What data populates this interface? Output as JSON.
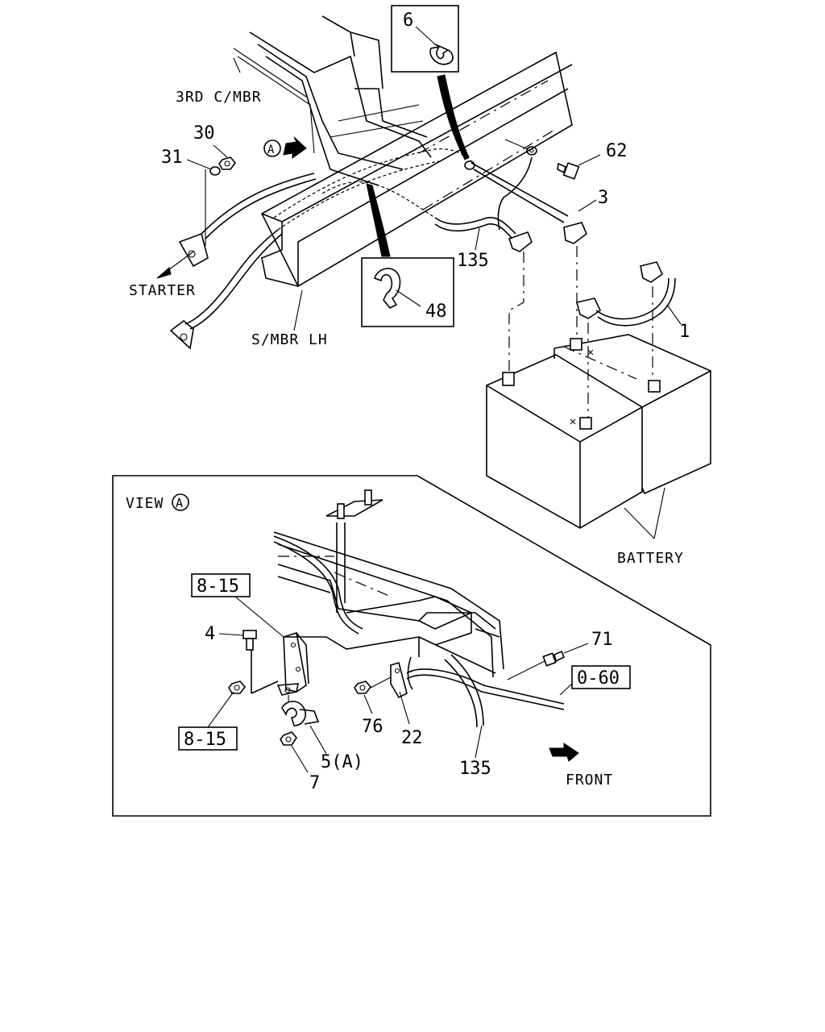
{
  "diagram": {
    "part_labels": {
      "p6": "6",
      "p30": "30",
      "p31": "31",
      "p62": "62",
      "p3": "3",
      "p135_top": "135",
      "p48": "48",
      "p1": "1",
      "p4": "4",
      "p71": "71",
      "p76": "76",
      "p22": "22",
      "p5a": "5(A)",
      "p7": "7",
      "p135_bottom": "135"
    },
    "callout_refs": {
      "ref_8_15_top": "8-15",
      "ref_8_15_bottom": "8-15",
      "ref_0_60": "0-60"
    },
    "annotations": {
      "third_cross_member": "3RD C/MBR",
      "starter": "STARTER",
      "side_member_lh": "S/MBR LH",
      "battery": "BATTERY",
      "view": "VIEW",
      "view_marker": "A",
      "view_marker_main": "A",
      "front": "FRONT"
    }
  }
}
